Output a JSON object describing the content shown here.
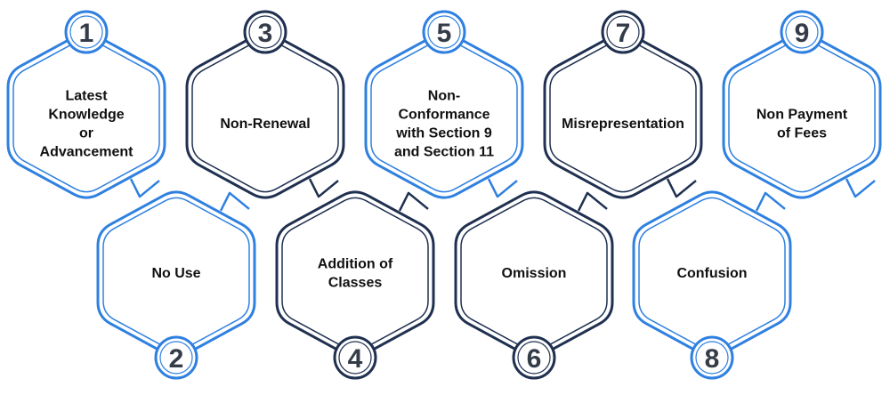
{
  "colors": {
    "blue": "#2f80e0",
    "navy": "#1f3050",
    "number": "#333c48",
    "text": "#111111",
    "background": "#ffffff"
  },
  "items": [
    {
      "number": "1",
      "lines": [
        "Latest",
        "Knowledge",
        "or",
        "Advancement"
      ],
      "color": "#2f80e0"
    },
    {
      "number": "2",
      "lines": [
        "No Use"
      ],
      "color": "#2f80e0"
    },
    {
      "number": "3",
      "lines": [
        "Non-Renewal"
      ],
      "color": "#1f3050"
    },
    {
      "number": "4",
      "lines": [
        "Addition of",
        "Classes"
      ],
      "color": "#1f3050"
    },
    {
      "number": "5",
      "lines": [
        "Non-",
        "Conformance",
        "with Section 9",
        "and Section 11"
      ],
      "color": "#2f80e0"
    },
    {
      "number": "6",
      "lines": [
        "Omission"
      ],
      "color": "#1f3050"
    },
    {
      "number": "7",
      "lines": [
        "Misrepresentation"
      ],
      "color": "#1f3050"
    },
    {
      "number": "8",
      "lines": [
        "Confusion"
      ],
      "color": "#2f80e0"
    },
    {
      "number": "9",
      "lines": [
        "Non Payment",
        "of Fees"
      ],
      "color": "#2f80e0"
    }
  ]
}
